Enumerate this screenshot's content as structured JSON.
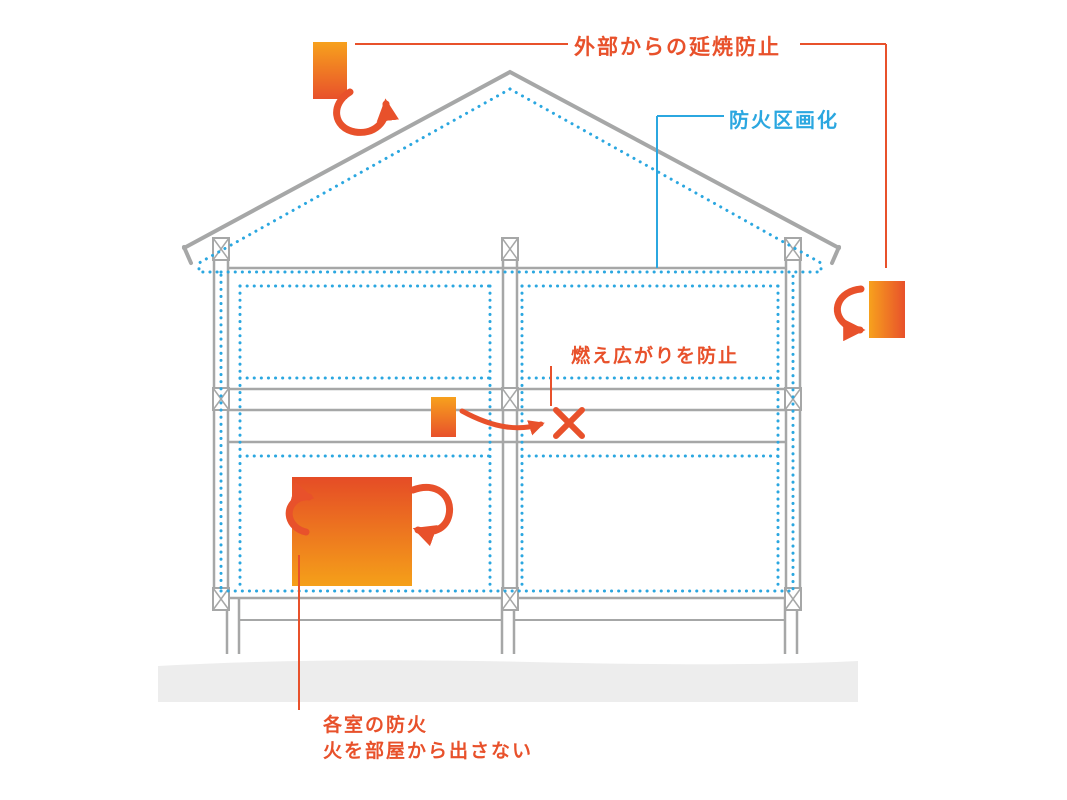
{
  "diagram": {
    "title_context": "house-cross-section-fire-protection-diagram",
    "labels": {
      "external_fire_prevention": "外部からの延焼防止",
      "fire_compartmentalization": "防火区画化",
      "prevent_fire_spread": "燃え広がりを防止",
      "room_fire_protection_line1": "各室の防火",
      "room_fire_protection_line2": "火を部屋から出さない"
    },
    "icons": {
      "flame_top_left": "flame-icon",
      "flame_right": "flame-icon",
      "flame_interior": "flame-icon",
      "fire_large": "large-fire-icon",
      "x_mark": "blocked-x-icon",
      "curl_arrows": "fire-swirl-arrow-icon",
      "joint_marks": "beam-joint-x-icon"
    },
    "colors": {
      "orange": "#e8512b",
      "blue": "#2ba7e0",
      "gray": "#a6a7a7",
      "ground": "#ededed",
      "flame_top": "#f7a11d",
      "flame_bottom": "#e8512b",
      "fire_top": "#e54c26",
      "fire_bottom": "#f5a019"
    }
  }
}
